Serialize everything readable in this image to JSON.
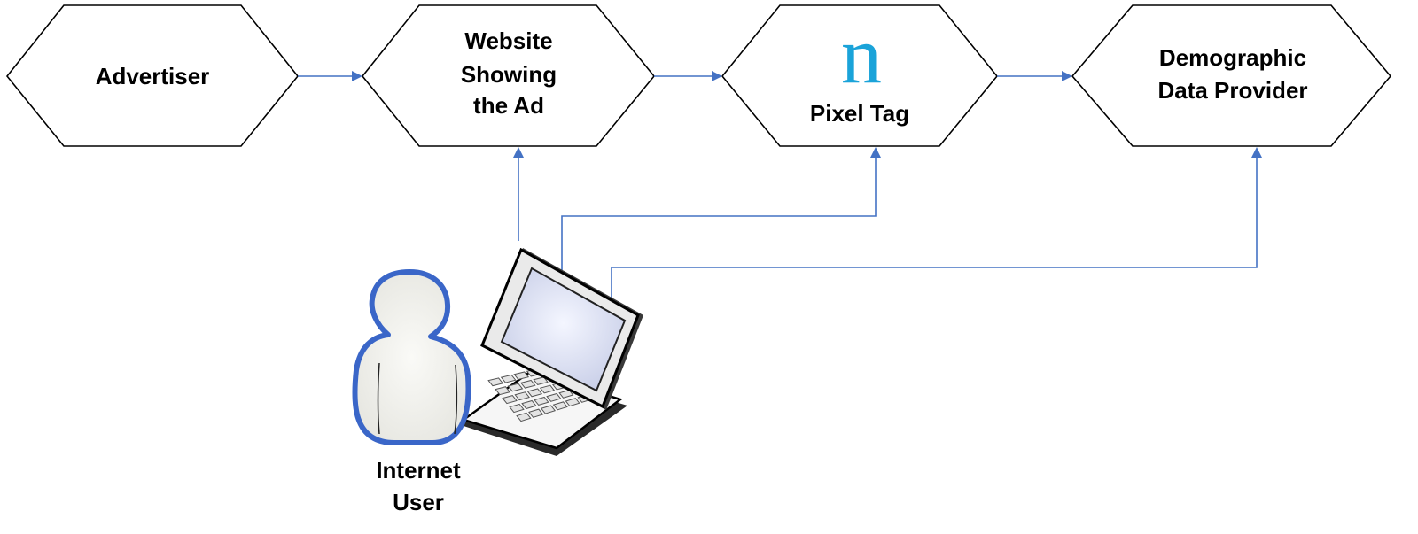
{
  "colors": {
    "connector": "#4472C4",
    "logo": "#1aa3d9",
    "person_outline": "#3A66C8",
    "person_fill": "#F2F2EE"
  },
  "nodes": {
    "advertiser": {
      "lines": [
        "Advertiser"
      ]
    },
    "website": {
      "lines": [
        "Website",
        "Showing",
        "the Ad"
      ]
    },
    "pixel_tag": {
      "logo": "n",
      "lines": [
        "Pixel Tag"
      ],
      "logo_icon": "nielsen-n-logo-icon"
    },
    "data_provider": {
      "lines": [
        "Demographic",
        "Data Provider"
      ]
    }
  },
  "user": {
    "lines": [
      "Internet",
      "User"
    ],
    "icons": [
      "person-icon",
      "laptop-icon"
    ]
  },
  "edges": [
    {
      "from": "Advertiser",
      "to": "Website Showing the Ad"
    },
    {
      "from": "Website Showing the Ad",
      "to": "Pixel Tag"
    },
    {
      "from": "Pixel Tag",
      "to": "Demographic Data Provider"
    },
    {
      "from": "Internet User",
      "to": "Website Showing the Ad"
    },
    {
      "from": "Internet User",
      "to": "Pixel Tag"
    },
    {
      "from": "Internet User",
      "to": "Demographic Data Provider"
    }
  ]
}
